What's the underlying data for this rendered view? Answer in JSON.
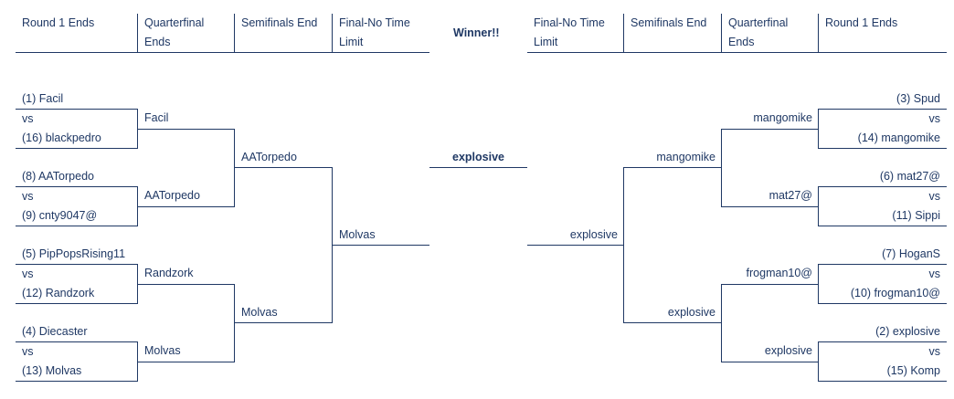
{
  "headers": {
    "left": [
      "Round 1 Ends",
      "Quarterfinal Ends",
      "Semifinals End",
      "Final-No Time Limit"
    ],
    "winner": "Winner!!",
    "right": [
      "Final-No Time Limit",
      "Semifinals End",
      "Quarterfinal Ends",
      "Round 1 Ends"
    ]
  },
  "vs": "vs",
  "left": {
    "round1": [
      [
        "(1) Facil",
        "(16) blackpedro"
      ],
      [
        "(8) AATorpedo",
        "(9) cnty9047@"
      ],
      [
        "(5) PipPopsRising11",
        "(12) Randzork"
      ],
      [
        "(4) Diecaster",
        "(13) Molvas"
      ]
    ],
    "quarterfinal": [
      "Facil",
      "AATorpedo",
      "Randzork",
      "Molvas"
    ],
    "semifinal": [
      "AATorpedo",
      "Molvas"
    ],
    "final": "Molvas"
  },
  "winner": "explosive",
  "right": {
    "round1": [
      [
        "(3) Spud",
        "(14) mangomike"
      ],
      [
        "(6) mat27@",
        "(11) Sippi"
      ],
      [
        "(7) HoganS",
        "(10) frogman10@"
      ],
      [
        "(2) explosive",
        "(15) Komp"
      ]
    ],
    "quarterfinal": [
      "mangomike",
      "mat27@",
      "frogman10@",
      "explosive"
    ],
    "semifinal": [
      "mangomike",
      "explosive"
    ],
    "final": "explosive"
  }
}
